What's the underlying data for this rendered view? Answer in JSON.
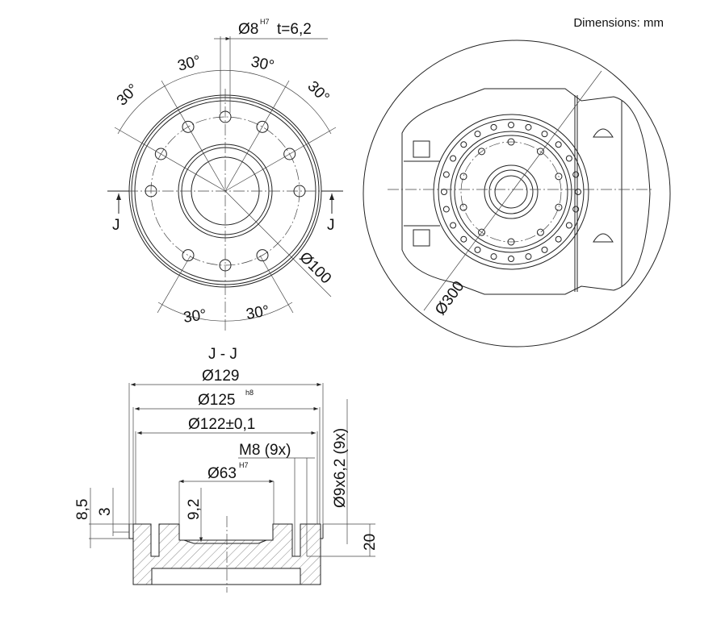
{
  "units_note": "Dimensions: mm",
  "top_view": {
    "pin_hole": {
      "dia": "Ø8",
      "tol": "H7",
      "depth": "t=6,2"
    },
    "angles": [
      "30°",
      "30°",
      "30°",
      "30°",
      "30°",
      "30°"
    ],
    "bolt_circle": "Ø100",
    "section_marker": "J"
  },
  "robot_view": {
    "circle_dia": "Ø300"
  },
  "section": {
    "title": "J - J",
    "d129": "Ø129",
    "d125": "Ø125",
    "d125_tol": "h8",
    "d122": "Ø122±0,1",
    "thread": "M8 (9x)",
    "d63": "Ø63",
    "d63_tol": "H7",
    "depth_92": "9,2",
    "h85": "8,5",
    "h3": "3",
    "counterbore": "Ø9x6,2 (9x)",
    "h20": "20"
  }
}
